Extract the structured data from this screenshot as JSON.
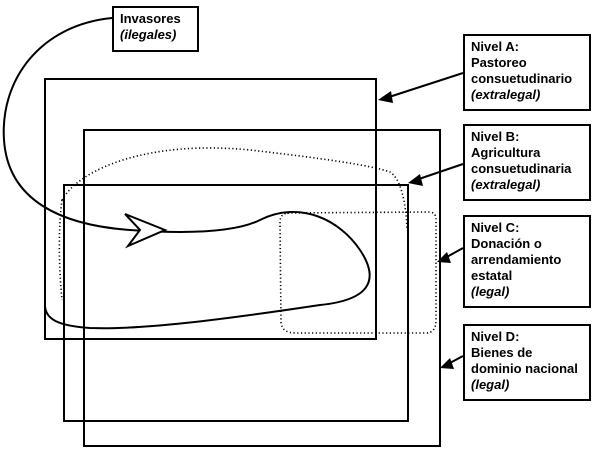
{
  "labels": {
    "invasores": {
      "line1": "Invasores",
      "line2": "(ilegales)"
    },
    "nivel_a": {
      "line1": "Nivel A:",
      "line2": "Pastoreo",
      "line3": "consuetudinario",
      "line4": "(extralegal)"
    },
    "nivel_b": {
      "line1": "Nivel B:",
      "line2": "Agricultura",
      "line3": "consuetudinaria",
      "line4": "(extralegal)"
    },
    "nivel_c": {
      "line1": "Nivel C:",
      "line2": "Donación o",
      "line3": "arrendamiento",
      "line4": "estatal",
      "line5": "(legal)"
    },
    "nivel_d": {
      "line1": "Nivel D:",
      "line2": "Bienes de",
      "line3": "dominio nacional",
      "line4": "(legal)"
    }
  },
  "colors": {
    "ink": "#000000",
    "background": "#ffffff"
  }
}
